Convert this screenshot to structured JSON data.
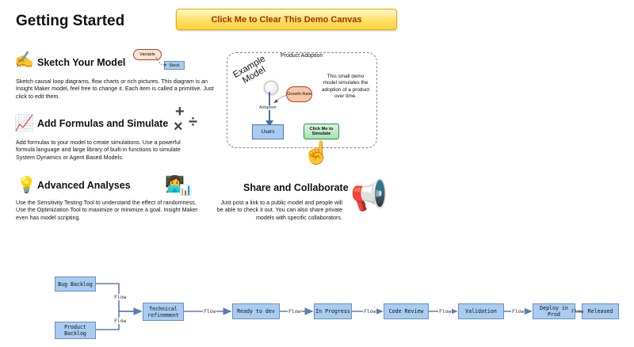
{
  "page": {
    "title": "Getting Started",
    "clear_button": "Click Me to Clear This Demo Canvas"
  },
  "sections": {
    "sketch": {
      "icon": "writing-hand-icon",
      "title": "Sketch Your Model",
      "desc": "Sketch causal loop diagrams, flow charts or rich pictures. This diagram is an Insight Maker model, feel free to change it. Each item is called a primitive. Just click to edit them.",
      "variable_label": "Variable",
      "stock_label": "Stock"
    },
    "formulas": {
      "icon": "chart-increasing-icon",
      "title": "Add Formulas and Simulate",
      "desc": "Add formulas to your model to create simulations. Use a powerful formula language and large library of built-in functions to simulate System Dynamics or Agent Based Models."
    },
    "analyses": {
      "icon": "light-bulb-icon",
      "title": "Advanced Analyses",
      "desc": "Use the Sensitivity Testing Tool to understand the effect of randomness. Use the Optimization Tool to maximize or minimize a goal. Insight Maker even has model scripting."
    },
    "share": {
      "title": "Share and Collaborate",
      "desc": "Just post a link to a public model and people will be able to check it out. You can also share private models with specific collaborators."
    }
  },
  "demo": {
    "frame_label": "Product Adoption",
    "example_label": "Example Model",
    "growth_rate": "Growth Rate",
    "adoption": "Adoption",
    "users": "Users",
    "simulate_button": "Click Me to Simulate",
    "description": "This small demo model simulates the adoption of a product over time."
  },
  "flow": {
    "bug_backlog": "Bug Backlog",
    "product_backlog": "Product Backlog",
    "technical_refinement": "Technical refinement",
    "ready_to_dev": "Ready to dev",
    "in_progress": "In Progress",
    "code_review": "Code Review",
    "validation": "Validation",
    "deploy_in_prod": "Deploy in Prod",
    "released": "Released",
    "flow_label": "Flow"
  }
}
